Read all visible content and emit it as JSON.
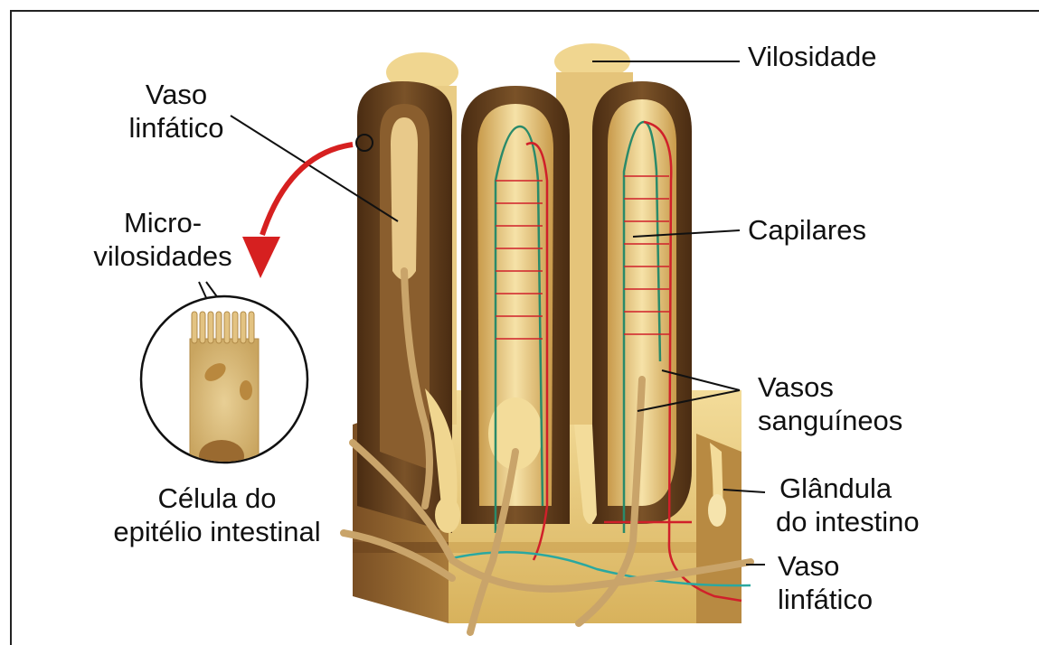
{
  "labels": {
    "vilosidade": "Vilosidade",
    "vaso_linfatico_top_1": "Vaso",
    "vaso_linfatico_top_2": "linfático",
    "microvilosidades_1": "Micro-",
    "microvilosidades_2": "vilosidades",
    "capilares": "Capilares",
    "vasos_sanguineos_1": "Vasos",
    "vasos_sanguineos_2": "sanguíneos",
    "celula_1": "Célula do",
    "celula_2": "epitélio intestinal",
    "glandula_1": "Glândula",
    "glandula_2": "do intestino",
    "vaso_linfatico_bottom_1": "Vaso",
    "vaso_linfatico_bottom_2": "linfático"
  },
  "colors": {
    "tissue_light": "#f0d690",
    "tissue_mid": "#d9b35f",
    "tissue_dark": "#5b3a1c",
    "lymph": "#c9a46a",
    "capillary_red": "#d0202a",
    "capillary_green": "#2a8a6a",
    "arrow_red": "#d62020"
  }
}
